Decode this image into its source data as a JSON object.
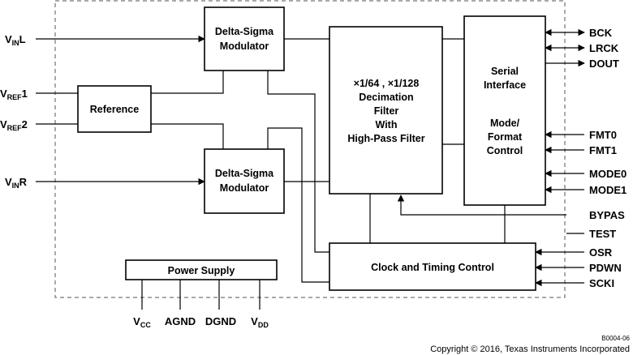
{
  "blocks": {
    "modulator_left": [
      "Delta-Sigma",
      "Modulator"
    ],
    "modulator_right": [
      "Delta-Sigma",
      "Modulator"
    ],
    "reference": "Reference",
    "decimation": [
      "×1/64 , ×1/128",
      "Decimation",
      "Filter",
      "With",
      "High-Pass Filter"
    ],
    "serial": [
      "Serial",
      "Interface",
      "Mode/",
      "Format",
      "Control"
    ],
    "clock": "Clock and Timing Control",
    "power": "Power Supply"
  },
  "inputs": {
    "vinl": {
      "main": "V",
      "sub": "IN",
      "suffix": "L"
    },
    "vref1": {
      "main": "V",
      "sub": "REF",
      "suffix": "1"
    },
    "vref2": {
      "main": "V",
      "sub": "REF",
      "suffix": "2"
    },
    "vinr": {
      "main": "V",
      "sub": "IN",
      "suffix": "R"
    }
  },
  "pins_right": [
    "BCK",
    "LRCK",
    "DOUT",
    "FMT0",
    "FMT1",
    "MODE0",
    "MODE1",
    "BYPAS",
    "TEST",
    "OSR",
    "PDWN",
    "SCKI"
  ],
  "power_pins": {
    "vcc": {
      "main": "V",
      "sub": "CC"
    },
    "agnd": "AGND",
    "dgnd": "DGND",
    "vdd": {
      "main": "V",
      "sub": "DD"
    }
  },
  "footer": {
    "code": "B0004-06",
    "copyright": "Copyright © 2016, Texas Instruments Incorporated"
  }
}
